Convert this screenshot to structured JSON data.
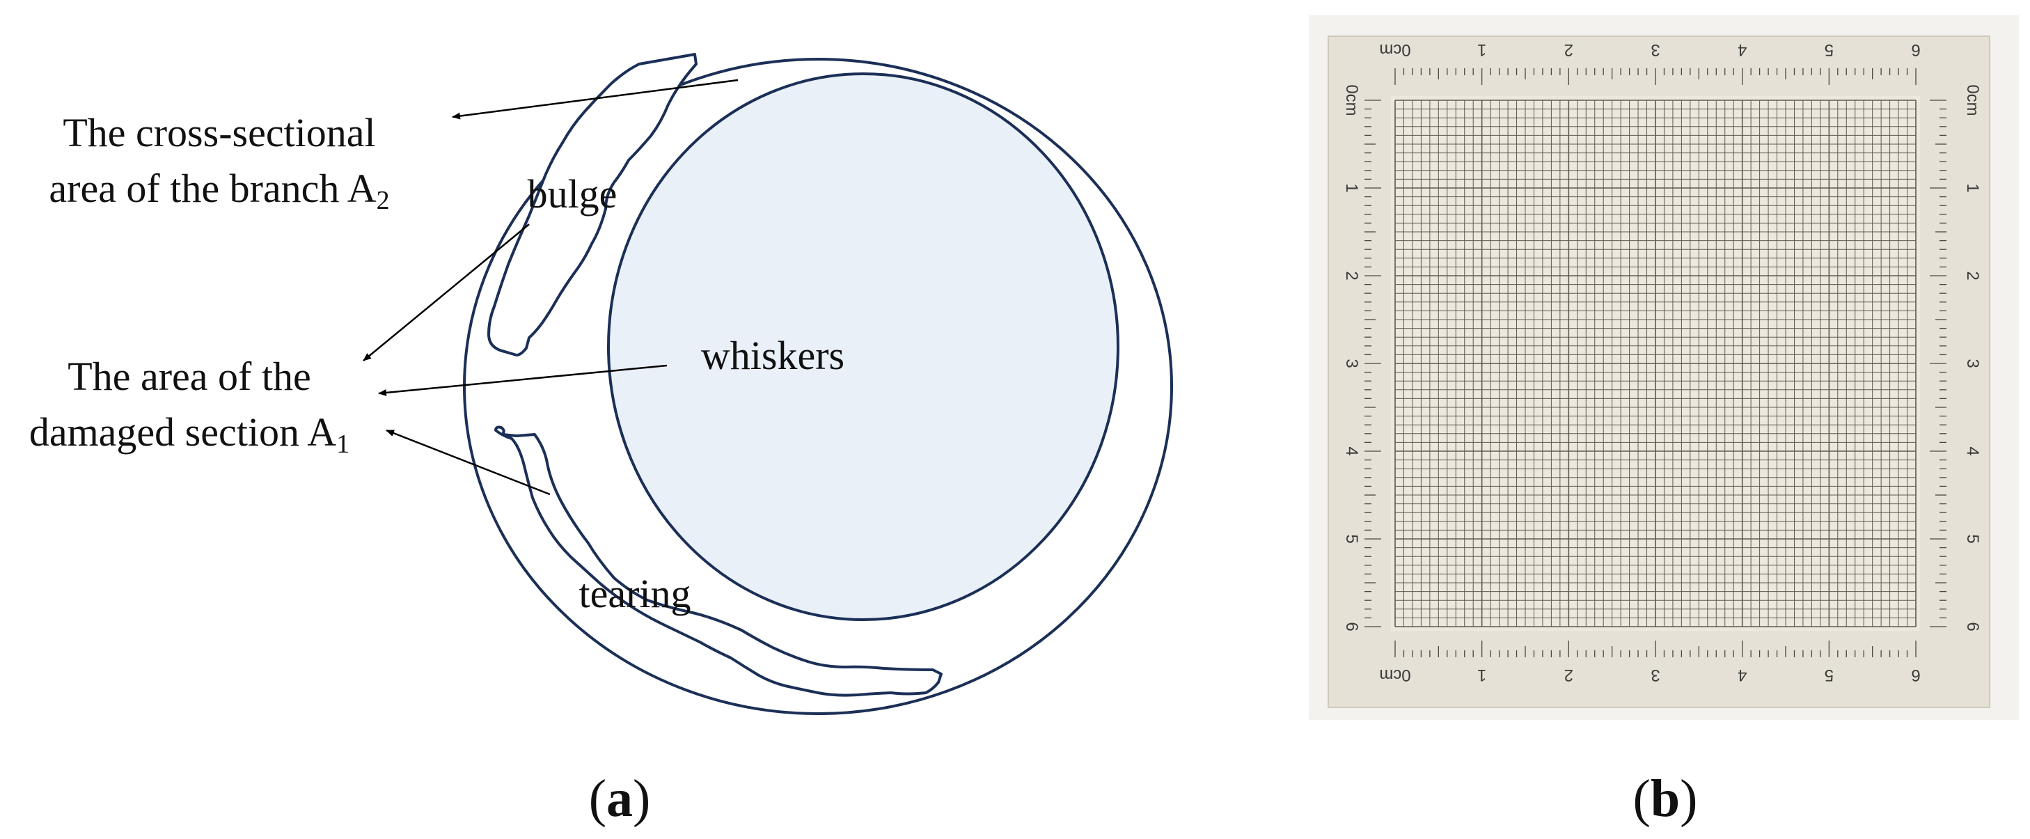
{
  "panel_a": {
    "label_open": "(",
    "label_letter": "a",
    "label_close": ")",
    "annotations": {
      "cross_section_line1": "The cross-sectional",
      "cross_section_line2_prefix": "area of the branch A",
      "cross_section_line2_sub": "2",
      "bulge": "bulge",
      "whiskers": "whiskers",
      "damaged_line1": "The area of the",
      "damaged_line2_prefix": "damaged section A",
      "damaged_line2_sub": "1",
      "tearing": "tearing"
    },
    "colors": {
      "outline": "#1b2f57",
      "inner_fill": "#e9f0f8",
      "arrow": "#000000"
    }
  },
  "panel_b": {
    "label_open": "(",
    "label_letter": "b",
    "label_close": ")",
    "ruler": {
      "unit": "cm",
      "numbers": [
        "0",
        "1",
        "2",
        "3",
        "4",
        "5",
        "6"
      ],
      "divisions_per_cm": 10
    },
    "colors": {
      "sheet": "#e6e1d6",
      "grid_line": "#5e5850",
      "background": "#f4f2ee"
    }
  }
}
